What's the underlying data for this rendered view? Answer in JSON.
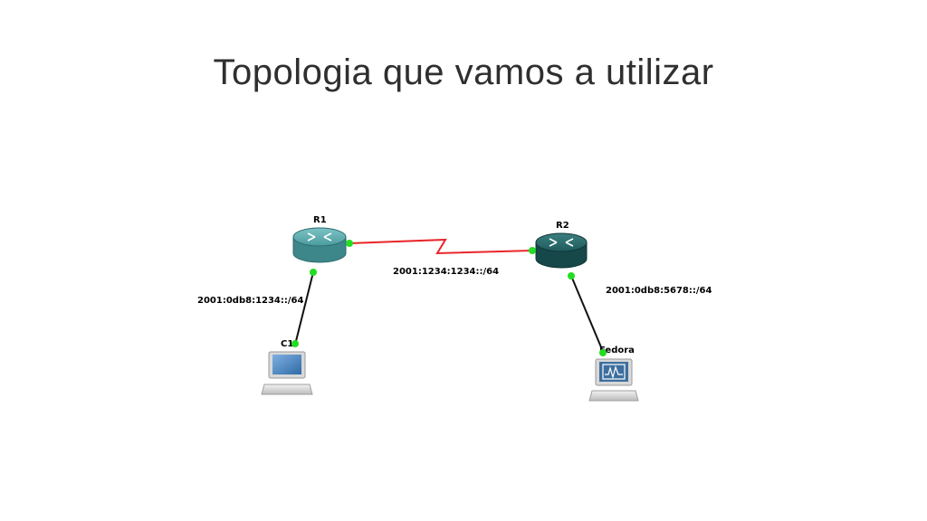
{
  "title": "Topologia que vamos a utilizar",
  "nodes": {
    "r1": {
      "label": "R1",
      "type": "router",
      "color": "#4a9a9e"
    },
    "r2": {
      "label": "R2",
      "type": "router",
      "color": "#1f5a5c"
    },
    "c1": {
      "label": "C1",
      "type": "pc"
    },
    "fedora": {
      "label": "Fedora",
      "type": "pc"
    }
  },
  "links": {
    "r1_r2": {
      "label": "2001:1234:1234::/64",
      "color": "#e8262a",
      "style": "serial"
    },
    "r1_c1": {
      "label": "2001:0db8:1234::/64",
      "color": "#111111"
    },
    "r2_fedora": {
      "label": "2001:0db8:5678::/64",
      "color": "#111111"
    }
  },
  "port_color": "#22dd22"
}
